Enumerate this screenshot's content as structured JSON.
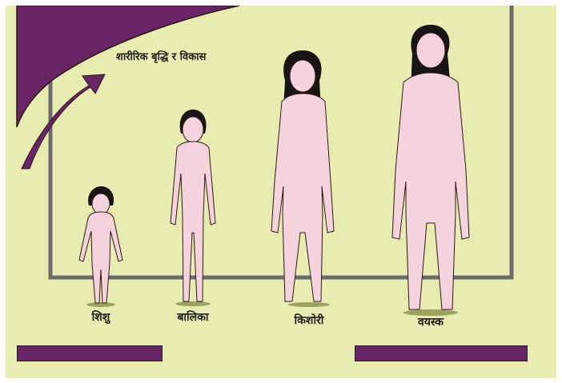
{
  "title": "शारीरिक बृद्धि र विकास",
  "stages": [
    {
      "label": "शिशु"
    },
    {
      "label": "बालिका"
    },
    {
      "label": "किशोरी"
    },
    {
      "label": "वयस्क"
    }
  ],
  "colors": {
    "background": "#e9ecb1",
    "frame": "#6b6b6b",
    "accent": "#6a2566",
    "skin": "#f6d2dc",
    "outline": "#2a1a1a",
    "hair": "#1a1414"
  }
}
